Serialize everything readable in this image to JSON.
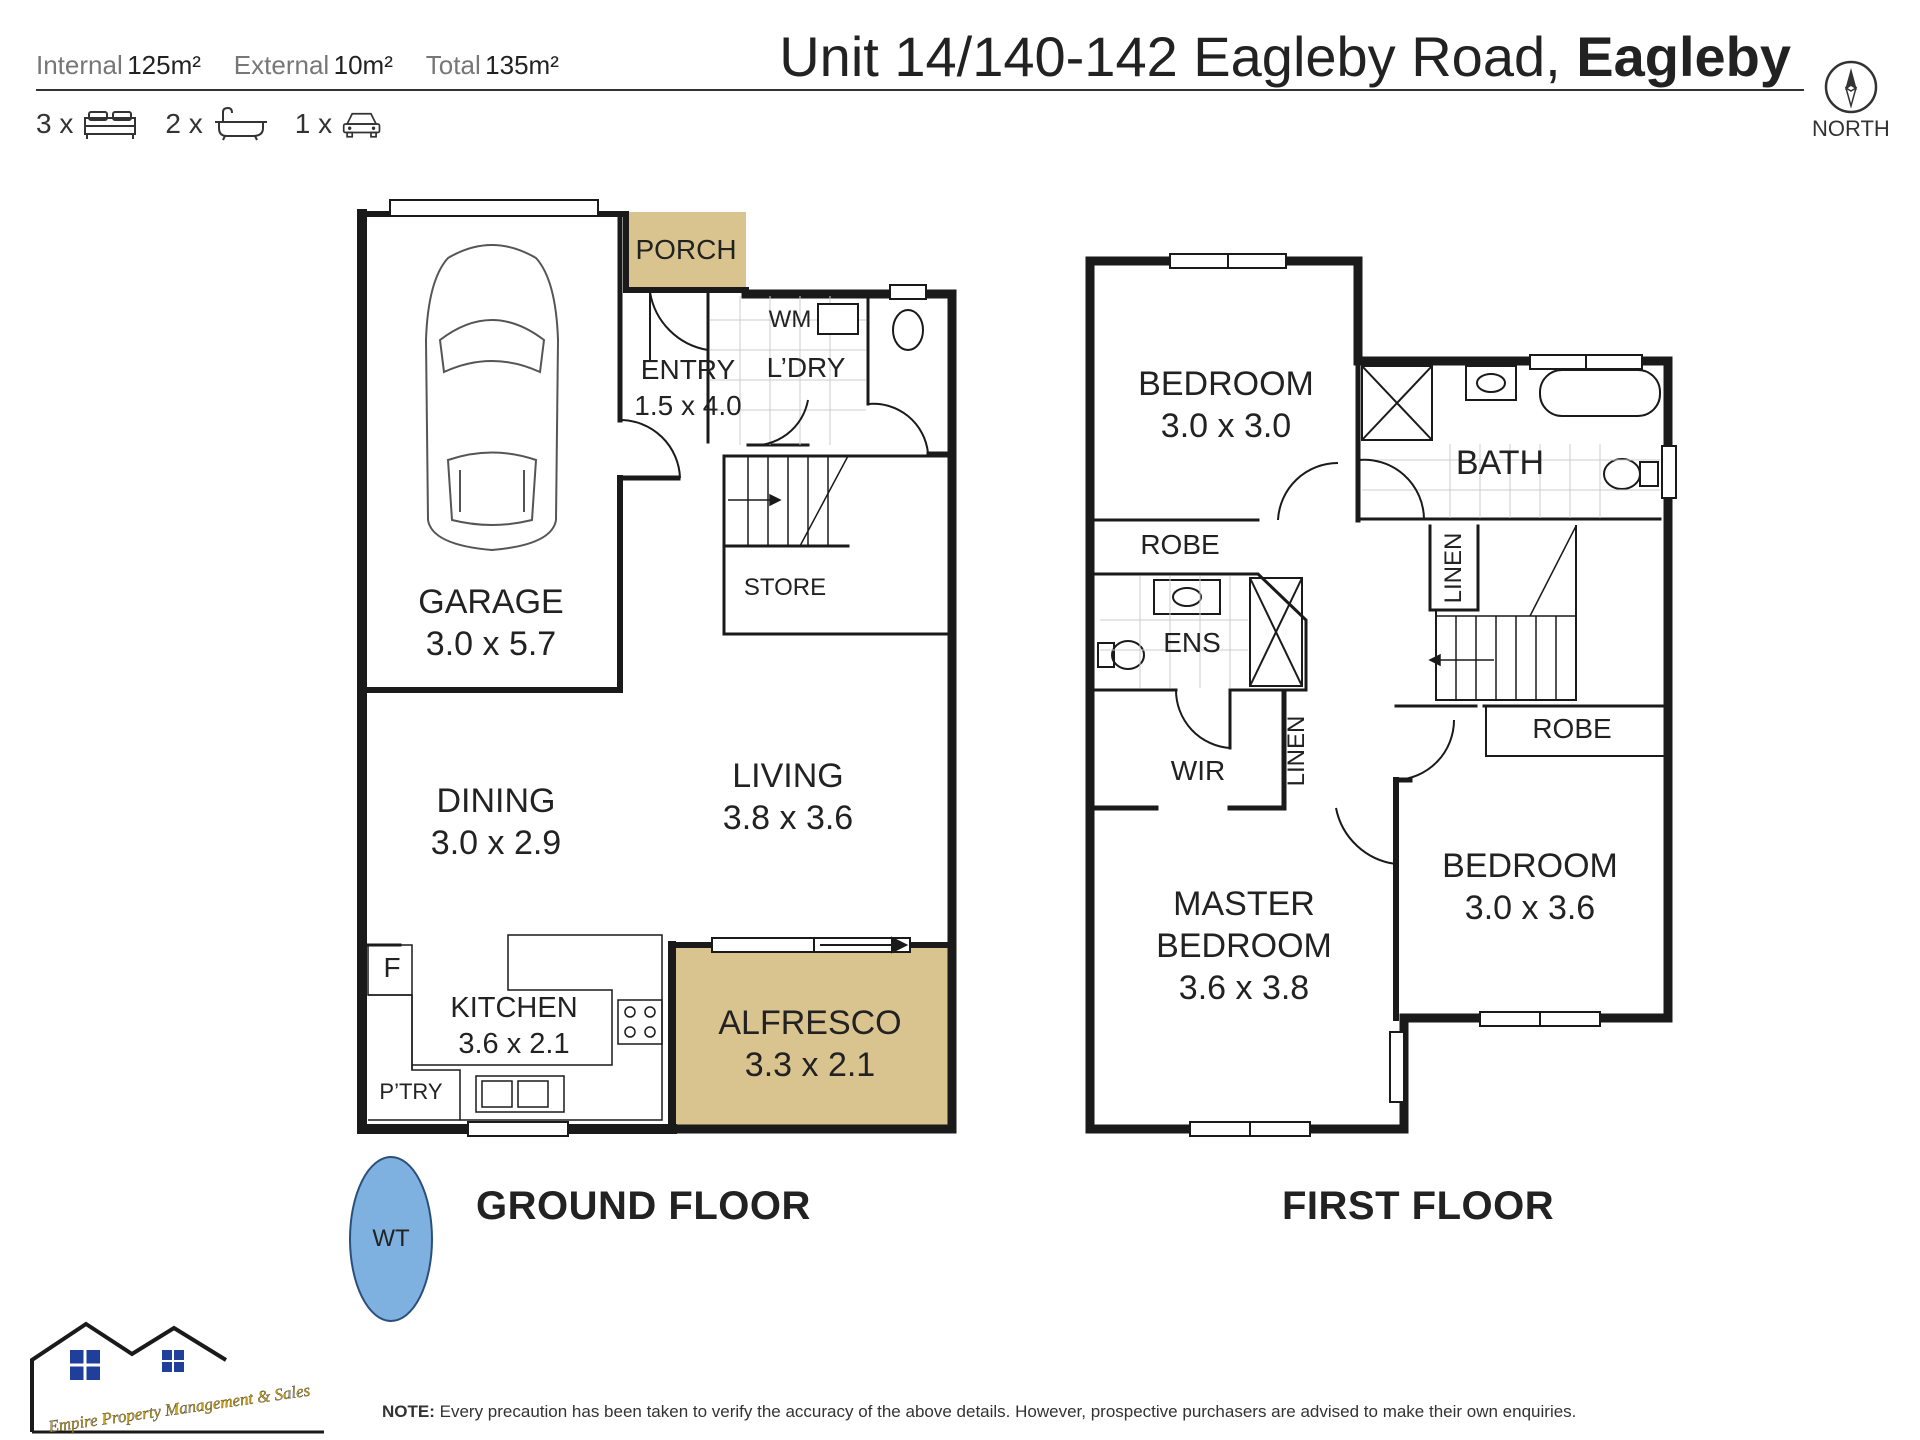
{
  "header": {
    "stats": [
      {
        "label": "Internal",
        "value": "125m²"
      },
      {
        "label": "External",
        "value": "10m²"
      },
      {
        "label": "Total",
        "value": "135m²"
      }
    ],
    "title_regular": "Unit 14/140-142 Eagleby Road, ",
    "title_bold": "Eagleby",
    "features": [
      {
        "count": "3 x",
        "icon": "bed-icon"
      },
      {
        "count": "2 x",
        "icon": "bath-icon"
      },
      {
        "count": "1 x",
        "icon": "car-icon"
      }
    ],
    "compass_label": "NORTH"
  },
  "ground_floor": {
    "label": "GROUND FLOOR",
    "rooms": {
      "porch": "PORCH",
      "entry": {
        "name": "ENTRY",
        "dim": "1.5 x 4.0"
      },
      "wm": "WM",
      "laundry": "L’DRY",
      "store": "STORE",
      "garage": {
        "name": "GARAGE",
        "dim": "3.0 x 5.7"
      },
      "dining": {
        "name": "DINING",
        "dim": "3.0 x 2.9"
      },
      "living": {
        "name": "LIVING",
        "dim": "3.8 x 3.6"
      },
      "fridge": "F",
      "kitchen": {
        "name": "KITCHEN",
        "dim": "3.6 x 2.1"
      },
      "pantry": "P’TRY",
      "alfresco": {
        "name": "ALFRESCO",
        "dim": "3.3 x 2.1"
      }
    },
    "water_tank": "WT"
  },
  "first_floor": {
    "label": "FIRST FLOOR",
    "rooms": {
      "bedroom1": {
        "name": "BEDROOM",
        "dim": "3.0 x 3.0"
      },
      "bath": "BATH",
      "robe1": "ROBE",
      "linen1": "LINEN",
      "ens": "ENS",
      "robe2": "ROBE",
      "wir": "WIR",
      "linen2": "LINEN",
      "master": {
        "name1": "MASTER",
        "name2": "BEDROOM",
        "dim": "3.6 x 3.8"
      },
      "bedroom2": {
        "name": "BEDROOM",
        "dim": "3.0 x 3.6"
      }
    }
  },
  "logo_text": "Empire Property Management & Sales",
  "note": {
    "label": "NOTE:",
    "text": " Every precaution has been taken to verify the accuracy of the above details. However, prospective purchasers are advised to make their own enquiries."
  },
  "colors": {
    "wall": "#1a1a1a",
    "porch_fill": "#d9c48f",
    "alfresco_fill": "#d9c48f",
    "tank_fill": "#7fb1e0",
    "logo_blue": "#1f3f9a",
    "logo_gold": "#c9a31c"
  }
}
